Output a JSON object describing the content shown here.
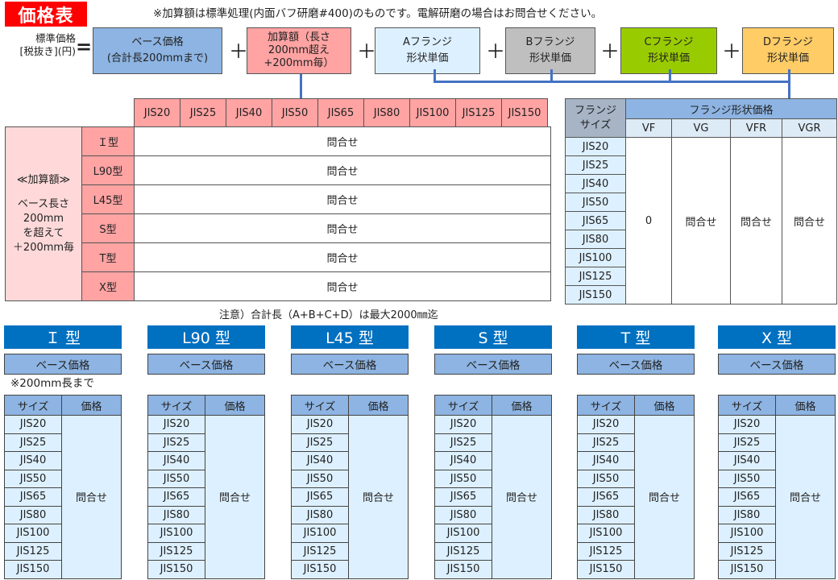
{
  "title": "価格表",
  "top_note": "※加算額は標準処理(内面バフ研磨#400)のものです。電解研磨の場合はお問合せください。",
  "formula": {
    "label_line1": "標準価格",
    "label_line2": "[税抜き](円)",
    "equals": "=",
    "plus": "＋",
    "boxes": [
      {
        "line1": "ベース価格",
        "line2": "(合計長200mmまで)",
        "line3": "",
        "color": "#8db4e2"
      },
      {
        "line1": "加算額（長さ",
        "line2": "200mm超え",
        "line3": "+200mm毎）",
        "color": "#ffa3a3"
      },
      {
        "line1": "Aフランジ",
        "line2": "形状単価",
        "line3": "",
        "color": "#ddf0ff"
      },
      {
        "line1": "Bフランジ",
        "line2": "形状単価",
        "line3": "",
        "color": "#bfbfbf"
      },
      {
        "line1": "Cフランジ",
        "line2": "形状単価",
        "line3": "",
        "color": "#99cc00"
      },
      {
        "line1": "Dフランジ",
        "line2": "形状単価",
        "line3": "",
        "color": "#ffcc66"
      }
    ]
  },
  "sizes": [
    "JIS20",
    "JIS25",
    "JIS40",
    "JIS50",
    "JIS65",
    "JIS80",
    "JIS100",
    "JIS125",
    "JIS150"
  ],
  "addition_table": {
    "left_label_line1": "≪加算額≫",
    "left_label_line2": "ベース長さ",
    "left_label_line3": "200mm",
    "left_label_line4": "を超えて",
    "left_label_line5": "＋200mm毎",
    "rows": [
      {
        "type": "Ｉ型",
        "value": "問合せ"
      },
      {
        "type": "L90型",
        "value": "問合せ"
      },
      {
        "type": "L45型",
        "value": "問合せ"
      },
      {
        "type": "S型",
        "value": "問合せ"
      },
      {
        "type": "T型",
        "value": "問合せ"
      },
      {
        "type": "X型",
        "value": "問合せ"
      }
    ]
  },
  "flange_table": {
    "size_header_line1": "フランジ",
    "size_header_line2": "サイズ",
    "main_header": "フランジ形状価格",
    "columns": [
      "VF",
      "VG",
      "VFR",
      "VGR"
    ],
    "values": [
      "0",
      "問合せ",
      "問合せ",
      "問合せ"
    ]
  },
  "caution": "注意）合計長（A+B+C+D）は最大2000㎜迄",
  "type_blocks": [
    {
      "title": "Ｉ 型",
      "base": "ベース価格",
      "note": "※200mm長まで",
      "size_header": "サイズ",
      "price_header": "価格",
      "price": "問合せ"
    },
    {
      "title": "L90 型",
      "base": "ベース価格",
      "note": "",
      "size_header": "サイズ",
      "price_header": "価格",
      "price": "問合せ"
    },
    {
      "title": "L45 型",
      "base": "ベース価格",
      "note": "",
      "size_header": "サイズ",
      "price_header": "価格",
      "price": "問合せ"
    },
    {
      "title": "S 型",
      "base": "ベース価格",
      "note": "",
      "size_header": "サイズ",
      "price_header": "価格",
      "price": "問合せ"
    },
    {
      "title": "T 型",
      "base": "ベース価格",
      "note": "",
      "size_header": "サイズ",
      "price_header": "価格",
      "price": "問合せ"
    },
    {
      "title": "X 型",
      "base": "ベース価格",
      "note": "",
      "size_header": "サイズ",
      "price_header": "価格",
      "price": "問合せ"
    }
  ]
}
